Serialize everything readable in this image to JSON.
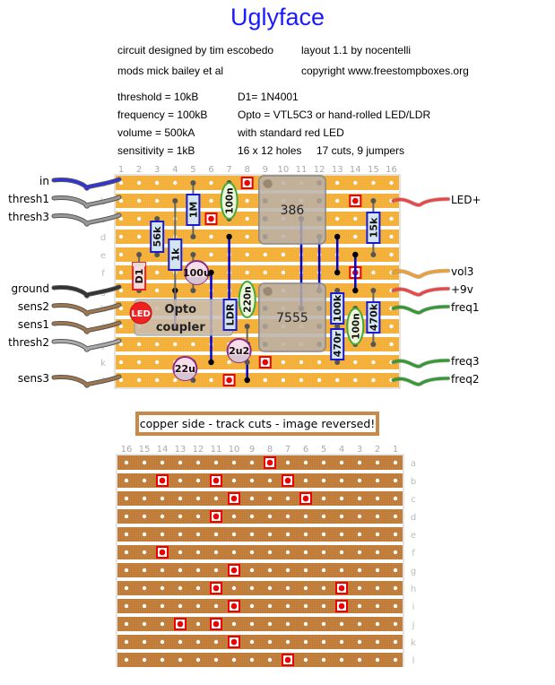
{
  "title": "Uglyface",
  "credits": {
    "designer": "circuit designed by tim escobedo",
    "mods": "mods mick bailey et al",
    "layout": "layout 1.1 by nocentelli",
    "copyright": "copyright www.freestompboxes.org"
  },
  "specs": {
    "threshold": "threshold = 10kB",
    "frequency": "frequency = 100kB",
    "volume": "volume = 500kA",
    "sensitivity": "sensitivity = 1kB",
    "d1": "D1= 1N4001",
    "opto": "Opto = VTL5C3 or hand-rolled LED/LDR",
    "led": "with standard red LED",
    "size": "16 x 12 holes",
    "counts": "17 cuts, 9 jumpers"
  },
  "colors": {
    "strip_top": "#f5b440",
    "strip_bottom": "#c5823e",
    "cut": "#ee0000",
    "resistor_border": "#1a1ad0",
    "title": "#1a1aff",
    "jumper": "#0000dd"
  },
  "board_top": {
    "columns": [
      "1",
      "2",
      "3",
      "4",
      "5",
      "6",
      "7",
      "8",
      "9",
      "10",
      "11",
      "12",
      "13",
      "14",
      "15",
      "16"
    ],
    "rows": [
      "a",
      "b",
      "c",
      "d",
      "e",
      "f",
      "g",
      "h",
      "i",
      "j",
      "k",
      "l"
    ],
    "cuts": [
      {
        "col": 8,
        "row": "a"
      },
      {
        "col": 14,
        "row": "b"
      },
      {
        "col": 6,
        "row": "c"
      },
      {
        "col": 14,
        "row": "f"
      },
      {
        "col": 9,
        "row": "k"
      },
      {
        "col": 7,
        "row": "l"
      }
    ],
    "components": {
      "r_1m": "1M",
      "r_56k": "56k",
      "r_1k": "1k",
      "c_100n_a": "100n",
      "d1": "D1",
      "c_100u": "100u",
      "ic_386": "386",
      "r_15k": "15k",
      "c_220n": "220n",
      "ldr": "LDR",
      "led": "LED",
      "opto_1": "Opto",
      "opto_2": "coupler",
      "ic_7555": "7555",
      "r_100k": "100k",
      "r_470r": "470r",
      "c_100n_b": "100n",
      "r_470k": "470k",
      "c_2u2": "2u2",
      "c_22u": "22u"
    },
    "wires_left": [
      {
        "label": "in",
        "row": "a",
        "color": "#3333dd"
      },
      {
        "label": "thresh1",
        "row": "b",
        "color": "#999999"
      },
      {
        "label": "thresh3",
        "row": "c",
        "color": "#999999"
      },
      {
        "label": "ground",
        "row": "g",
        "color": "#333333"
      },
      {
        "label": "sens2",
        "row": "h",
        "color": "#a07850"
      },
      {
        "label": "sens1",
        "row": "i",
        "color": "#a07850"
      },
      {
        "label": "thresh2",
        "row": "j",
        "color": "#aaaaaa"
      },
      {
        "label": "sens3",
        "row": "l",
        "color": "#a07850"
      }
    ],
    "wires_right": [
      {
        "label": "LED+",
        "row": "b",
        "color": "#ee4444"
      },
      {
        "label": "vol3",
        "row": "f",
        "color": "#f0a030"
      },
      {
        "label": "+9v",
        "row": "g",
        "color": "#ee4444"
      },
      {
        "label": "freq1",
        "row": "h",
        "color": "#339933"
      },
      {
        "label": "freq3",
        "row": "k",
        "color": "#339933"
      },
      {
        "label": "freq2",
        "row": "l",
        "color": "#339933"
      }
    ]
  },
  "banner": "copper side - track cuts - image reversed!",
  "board_bottom": {
    "columns": [
      "16",
      "15",
      "14",
      "13",
      "12",
      "11",
      "10",
      "9",
      "8",
      "7",
      "6",
      "5",
      "4",
      "3",
      "2",
      "1"
    ],
    "rows": [
      "a",
      "b",
      "c",
      "d",
      "e",
      "f",
      "g",
      "h",
      "i",
      "j",
      "k",
      "l"
    ],
    "cuts": [
      {
        "col": 8,
        "row": "a"
      },
      {
        "col": 14,
        "row": "b"
      },
      {
        "col": 11,
        "row": "b"
      },
      {
        "col": 7,
        "row": "b"
      },
      {
        "col": 10,
        "row": "c"
      },
      {
        "col": 6,
        "row": "c"
      },
      {
        "col": 11,
        "row": "d"
      },
      {
        "col": 14,
        "row": "f"
      },
      {
        "col": 10,
        "row": "g"
      },
      {
        "col": 11,
        "row": "h"
      },
      {
        "col": 4,
        "row": "h"
      },
      {
        "col": 10,
        "row": "i"
      },
      {
        "col": 4,
        "row": "i"
      },
      {
        "col": 13,
        "row": "j"
      },
      {
        "col": 11,
        "row": "j"
      },
      {
        "col": 10,
        "row": "k"
      },
      {
        "col": 7,
        "row": "l"
      }
    ]
  }
}
